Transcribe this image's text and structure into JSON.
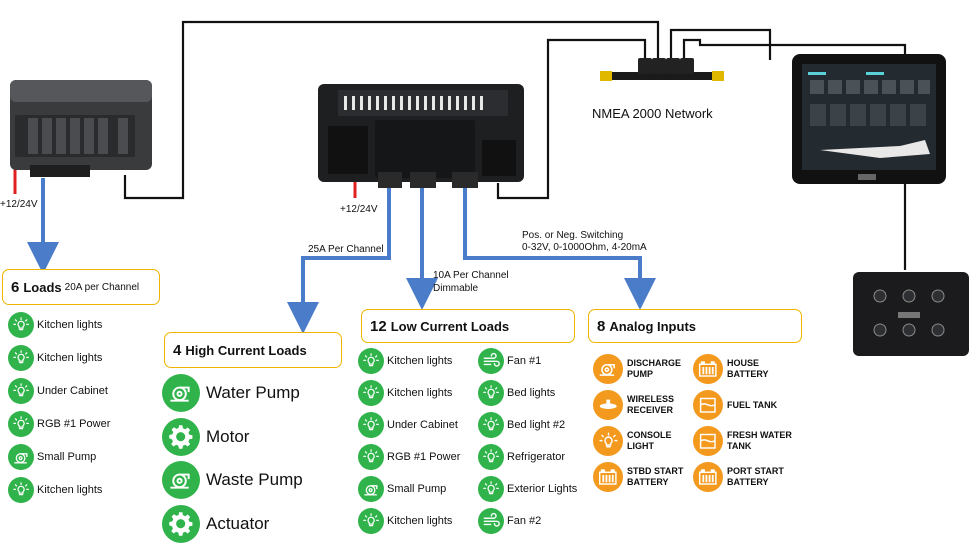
{
  "header": {
    "network_label": "NMEA 2000 Network"
  },
  "power": {
    "left_supply": "+12/24V",
    "center_supply": "+12/24V"
  },
  "connections": {
    "high_current_note": "25A Per Channel",
    "low_current_note_1": "10A Per Channel",
    "low_current_note_2": "Dimmable",
    "analog_note_1": "Pos. or Neg. Switching",
    "analog_note_2": "0-32V, 0-1000Ohm, 4-20mA"
  },
  "six_loads": {
    "number": "6",
    "title": "Loads",
    "subtitle": "20A per Channel",
    "items": [
      {
        "label": "Kitchen lights",
        "icon": "bulb-icon"
      },
      {
        "label": "Kitchen lights",
        "icon": "bulb-icon"
      },
      {
        "label": "Under Cabinet",
        "icon": "bulb-icon"
      },
      {
        "label": "RGB #1 Power",
        "icon": "bulb-icon"
      },
      {
        "label": "Small Pump",
        "icon": "pump-icon"
      },
      {
        "label": "Kitchen lights",
        "icon": "bulb-icon"
      }
    ]
  },
  "high_current": {
    "number": "4",
    "title": "High Current Loads",
    "items": [
      {
        "label": "Water Pump",
        "icon": "pump-icon"
      },
      {
        "label": "Motor",
        "icon": "gear-icon"
      },
      {
        "label": "Waste Pump",
        "icon": "pump-icon"
      },
      {
        "label": "Actuator",
        "icon": "gear-icon"
      }
    ]
  },
  "low_current": {
    "number": "12",
    "title": "Low Current Loads",
    "col1": [
      {
        "label": "Kitchen lights",
        "icon": "bulb-icon"
      },
      {
        "label": "Kitchen lights",
        "icon": "bulb-icon"
      },
      {
        "label": "Under Cabinet",
        "icon": "bulb-icon"
      },
      {
        "label": "RGB #1 Power",
        "icon": "bulb-icon"
      },
      {
        "label": "Small Pump",
        "icon": "pump-icon"
      },
      {
        "label": "Kitchen lights",
        "icon": "bulb-icon"
      }
    ],
    "col2": [
      {
        "label": "Fan #1",
        "icon": "fan-icon"
      },
      {
        "label": "Bed lights",
        "icon": "bulb-icon"
      },
      {
        "label": "Bed light #2",
        "icon": "bulb-icon"
      },
      {
        "label": "Refrigerator",
        "icon": "bulb-icon"
      },
      {
        "label": "Exterior Lights",
        "icon": "bulb-icon"
      },
      {
        "label": "Fan #2",
        "icon": "fan-icon"
      }
    ]
  },
  "analog": {
    "number": "8",
    "title": "Analog Inputs",
    "col1": [
      {
        "line1": "DISCHARGE",
        "line2": "PUMP",
        "icon": "pump-icon"
      },
      {
        "line1": "WIRELESS",
        "line2": "RECEIVER",
        "icon": "remote-icon"
      },
      {
        "line1": "CONSOLE",
        "line2": "LIGHT",
        "icon": "bulb-icon"
      },
      {
        "line1": "STBD START",
        "line2": "BATTERY",
        "icon": "battery-icon"
      }
    ],
    "col2": [
      {
        "line1": "HOUSE",
        "line2": "BATTERY",
        "icon": "battery-icon"
      },
      {
        "line1": "FUEL TANK",
        "line2": "",
        "icon": "tank-icon"
      },
      {
        "line1": "FRESH WATER",
        "line2": "TANK",
        "icon": "tank-icon"
      },
      {
        "line1": "PORT START",
        "line2": "BATTERY",
        "icon": "battery-icon"
      }
    ]
  },
  "colors": {
    "accent_box": "#f0b400",
    "icon_green": "#2fb34a",
    "icon_orange": "#f39a1e",
    "arrow_blue": "#4a7cc9",
    "power_red": "#e02020"
  }
}
